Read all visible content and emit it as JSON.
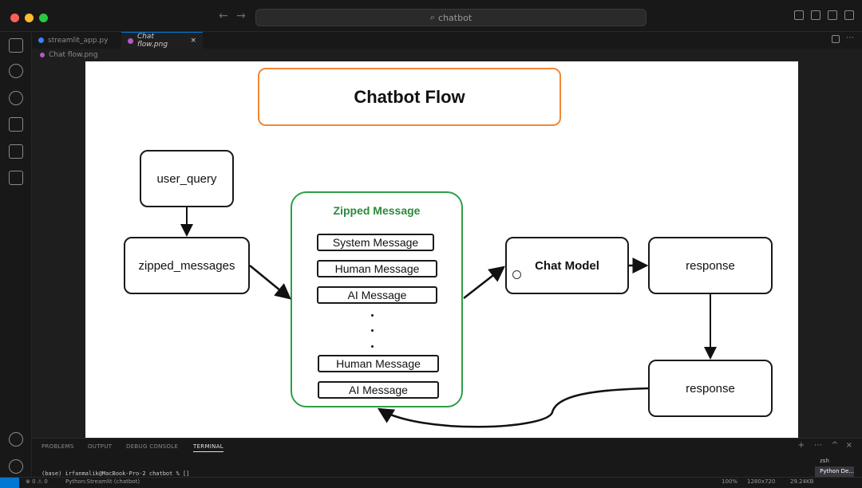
{
  "titlebar": {
    "search_text": "chatbot"
  },
  "tabs": [
    {
      "label": "streamlit_app.py",
      "color": "#3b82f6"
    },
    {
      "label": "Chat flow.png",
      "color": "#b45ac8",
      "active": true,
      "close": "×"
    }
  ],
  "breadcrumb": "Chat flow.png",
  "diagram": {
    "title": "Chatbot Flow",
    "user_query": "user_query",
    "zipped_messages": "zipped_messages",
    "zipped_title": "Zipped Message",
    "messages": [
      "System Message",
      "Human Message",
      "AI Message",
      "Human Message",
      "AI Message"
    ],
    "chat_model": "Chat Model",
    "response_1": "response",
    "response_2": "response",
    "colors": {
      "title_border": "#f0883a",
      "zipped_border": "#2e9e48",
      "zipped_title": "#2a8a3c"
    }
  },
  "panel": {
    "tabs": [
      "PROBLEMS",
      "OUTPUT",
      "DEBUG CONSOLE",
      "TERMINAL"
    ],
    "terminal_line": "(base) irfanmalik@MacBook-Pro-2 chatbot % []",
    "terminals": [
      "zsh",
      "Python De..."
    ]
  },
  "statusbar": {
    "left": "⊗ 0 ⚠ 0",
    "python": "Python:Streamlit (chatbot)",
    "zoom": "100%",
    "dims": "1280x720",
    "size": "29.24KB"
  }
}
